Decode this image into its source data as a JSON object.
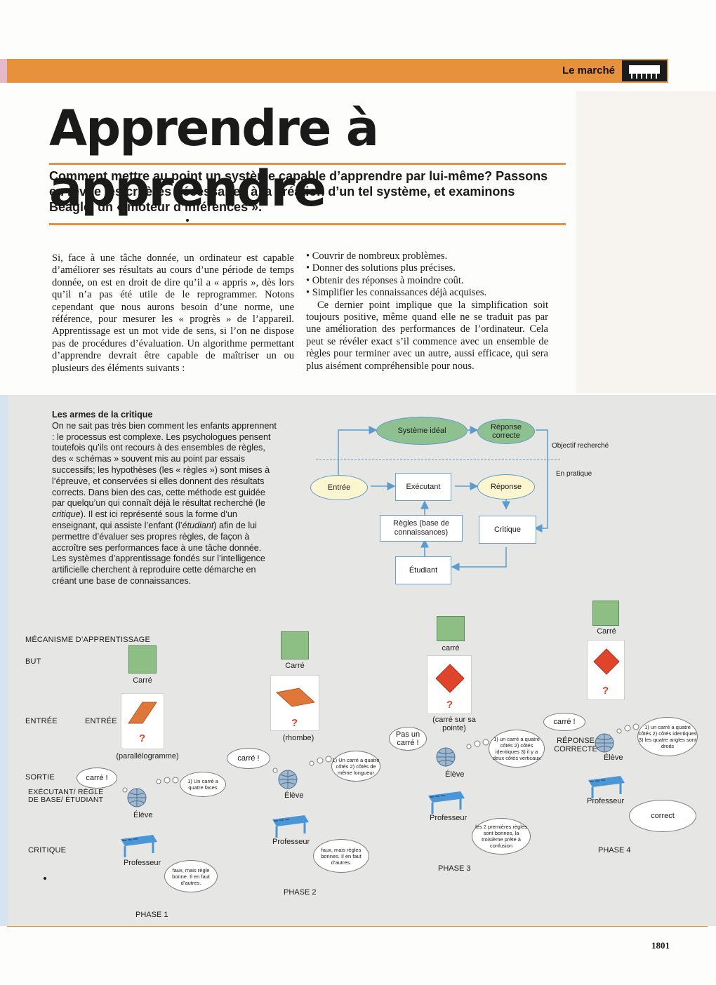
{
  "header": {
    "section_tag": "Le marché"
  },
  "article": {
    "title": "Apprendre à apprendre",
    "intro": "Comment mettre au point un système capable d’apprendre par lui-même? Passons en revue les critères nécessaires à la création d’un tel système, et examinons Beagle, un « moteur d’inférences ».",
    "col1": "Si, face à une tâche donnée, un ordinateur est capable d’améliorer ses résultats au cours d’une période de temps donnée, on est en droit de dire qu’il a « appris », dès lors qu’il n’a pas été utile de le reprogrammer. Notons cependant que nous aurons besoin d’une norme, une référence, pour mesurer les « progrès » de l’appareil. Apprentissage est un mot vide de sens, si l’on ne dispose pas de procédures d’évaluation. Un algorithme permettant d’apprendre devrait être capable de maîtriser un ou plusieurs des éléments suivants :",
    "bullets": [
      "• Couvrir de nombreux problèmes.",
      "• Donner des solutions plus précises.",
      "• Obtenir des réponses à moindre coût.",
      "• Simplifier les connaissances déjà acquises."
    ],
    "col2_para": "Ce dernier point implique que la simplification soit toujours positive, même quand elle ne se traduit pas par une amélioration des performances de l’ordinateur. Cela peut se révéler exact s’il commence avec un ensemble de règles pour terminer avec un autre, aussi efficace, qui sera plus aisément compréhensible pour nous."
  },
  "sidebar": {
    "heading": "Les armes de la critique",
    "text_1": "On ne sait pas très bien comment les enfants apprennent : le processus est complexe. Les psychologues pensent toutefois qu’ils ont recours à des ensembles de règles, des « schémas » souvent mis au point par essais successifs; les hypothèses (les « règles ») sont mises à l’épreuve, et conservées si elles donnent des résultats corrects. Dans bien des cas, cette méthode est guidée par quelqu’un qui connaît déjà le résultat recherché (le ",
    "text_critique": "critique",
    "text_2": "). Il est ici représenté sous la forme d’un enseignant, qui assiste l’enfant (l’",
    "text_etudiant": "étudiant",
    "text_3": ") afin de lui permettre d’évaluer ses propres règles, de façon à accroître ses performances face à une tâche donnée. Les systèmes d’apprentissage fondés sur l’intelligence artificielle cherchent à reproduire cette démarche en créant une base de connaissances."
  },
  "flow": {
    "systeme_ideal": "Système idéal",
    "reponse_correcte": "Réponse correcte",
    "objectif": "Objectif recherché",
    "en_pratique": "En pratique",
    "entree": "Entrée",
    "executant": "Exécutant",
    "reponse": "Réponse",
    "regles": "Règles (base de connaissances)",
    "critique": "Critique",
    "etudiant": "Étudiant"
  },
  "mechanism": {
    "title": "MÉCANISME D’APPRENTISSAGE",
    "row_but": "BUT",
    "row_entree": "ENTRÉE",
    "row_entree2": "ENTRÉE",
    "row_sortie": "SORTIE",
    "row_executant": "EXÉCUTANT/ RÈGLE DE BASE/ ÉTUDIANT",
    "row_critique": "CRITIQUE",
    "phase1": {
      "but": "Carré",
      "entree": "(parallélogramme)",
      "qmark": "?",
      "sortie": "carré !",
      "bubble": "1) Un carré a quatre faces",
      "eleve": "Élève",
      "prof": "Professeur",
      "critique": "faux, mais règle bonne. Il en faut d’autres.",
      "label": "PHASE 1"
    },
    "phase2": {
      "but": "Carré",
      "entree": "(rhombe)",
      "qmark": "?",
      "sortie": "carré !",
      "bubble": "1) Un carré a quatre côtés 2) côtés de même longueur",
      "eleve": "Élève",
      "prof": "Professeur",
      "critique": "faux, mais règles bonnes. Il en faut d’autres.",
      "label": "PHASE 2"
    },
    "phase3": {
      "but": "carré",
      "entree": "(carré sur sa pointe)",
      "qmark": "?",
      "sortie": "Pas un carré !",
      "bubble": "1) un carré a quatre côtés 2) côtés identiques 3) il y a deux côtés verticaux",
      "eleve": "Élève",
      "prof": "Professeur",
      "critique": "les 2 premières règles sont bonnes, la troisième prête à confusion",
      "label": "PHASE 3"
    },
    "phase4": {
      "but": "Carré",
      "qmark": "?",
      "sortie": "carré !",
      "reponse": "RÉPONSE CORRECTE",
      "bubble": "1) un carré a quatre côtés 2) côtés identiques 3) les quatre angles sont droits",
      "eleve": "Élève",
      "prof": "Professeur",
      "critique": "correct",
      "label": "PHASE 4"
    }
  },
  "page_number": "1801",
  "colors": {
    "orange": "#e8913c",
    "green": "#8dbf84",
    "blue": "#5a9ccd",
    "grey_panel": "#e6e6e4"
  }
}
